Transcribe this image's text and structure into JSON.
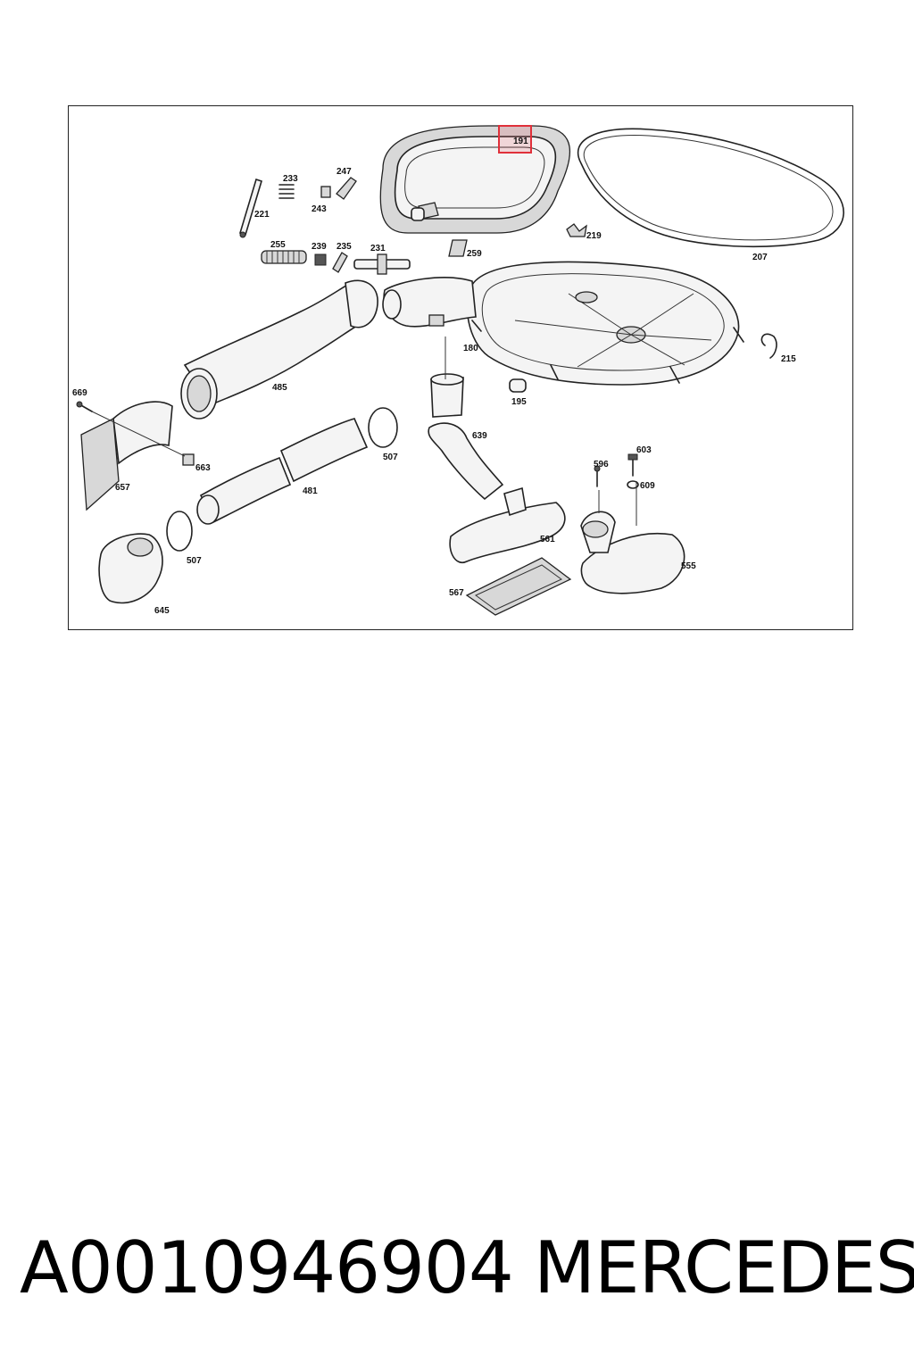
{
  "diagram": {
    "highlighted_part": "191",
    "highlight_color": "#e0303a",
    "parts": [
      {
        "id": "p191",
        "label": "191"
      },
      {
        "id": "p207",
        "label": "207"
      },
      {
        "id": "p233",
        "label": "233"
      },
      {
        "id": "p247",
        "label": "247"
      },
      {
        "id": "p221",
        "label": "221"
      },
      {
        "id": "p243",
        "label": "243"
      },
      {
        "id": "p219",
        "label": "219"
      },
      {
        "id": "p259",
        "label": "259"
      },
      {
        "id": "p255",
        "label": "255"
      },
      {
        "id": "p239",
        "label": "239"
      },
      {
        "id": "p235",
        "label": "235"
      },
      {
        "id": "p231",
        "label": "231"
      },
      {
        "id": "p180",
        "label": "180"
      },
      {
        "id": "p215",
        "label": "215"
      },
      {
        "id": "p485",
        "label": "485"
      },
      {
        "id": "p195",
        "label": "195"
      },
      {
        "id": "p669",
        "label": "669"
      },
      {
        "id": "p639",
        "label": "639"
      },
      {
        "id": "p507a",
        "label": "507"
      },
      {
        "id": "p663",
        "label": "663"
      },
      {
        "id": "p657",
        "label": "657"
      },
      {
        "id": "p481",
        "label": "481"
      },
      {
        "id": "p603",
        "label": "603"
      },
      {
        "id": "p596",
        "label": "596"
      },
      {
        "id": "p609",
        "label": "609"
      },
      {
        "id": "p561",
        "label": "561"
      },
      {
        "id": "p507b",
        "label": "507"
      },
      {
        "id": "p555",
        "label": "555"
      },
      {
        "id": "p567",
        "label": "567"
      },
      {
        "id": "p645",
        "label": "645"
      }
    ]
  },
  "caption": {
    "part_number": "A0010946904",
    "brand": "MERCEDES"
  }
}
